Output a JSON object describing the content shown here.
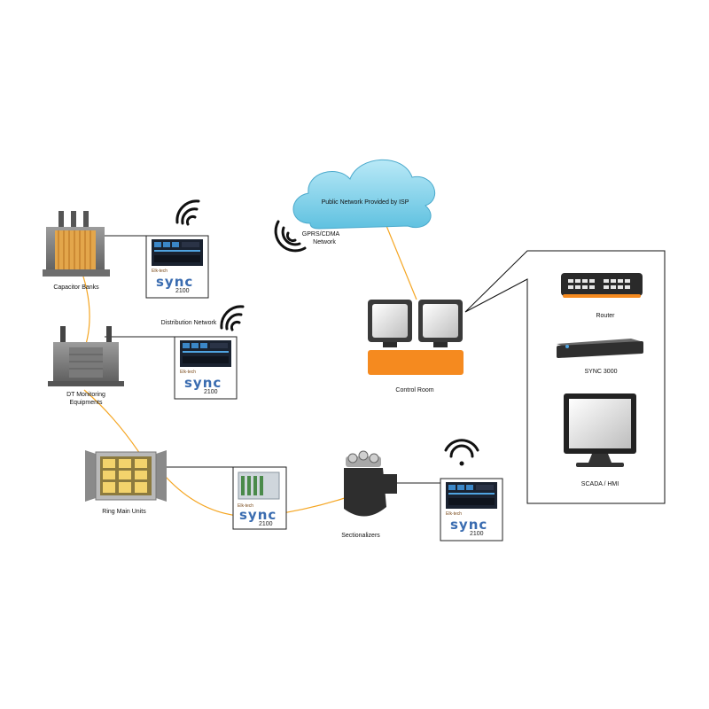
{
  "cloud": {
    "label": "Public Network Provided by ISP"
  },
  "gprs": {
    "line1": "GPRS/CDMA",
    "line2": "Network"
  },
  "control_room": {
    "label": "Control Room"
  },
  "legend": {
    "router": "Router",
    "sync3000": "SYNC 3000",
    "scada": "SCADA / HMI"
  },
  "nodes": {
    "capacitor_banks": "Capacitor Banks",
    "distribution_network": "Distribution Network",
    "dt_monitoring_line1": "DT Monitoring",
    "dt_monitoring_line2": "Equipments",
    "ring_main_units": "Ring Main Units",
    "sectionalizers": "Sectionalizers"
  },
  "device": {
    "brand": "Elk-tech",
    "name": "sync",
    "model": "2100"
  },
  "colors": {
    "link_line": "#f5a623",
    "cloud": "#7fd0ea",
    "control_desk": "#f58a1f",
    "device_blue": "#3a6cb0"
  }
}
